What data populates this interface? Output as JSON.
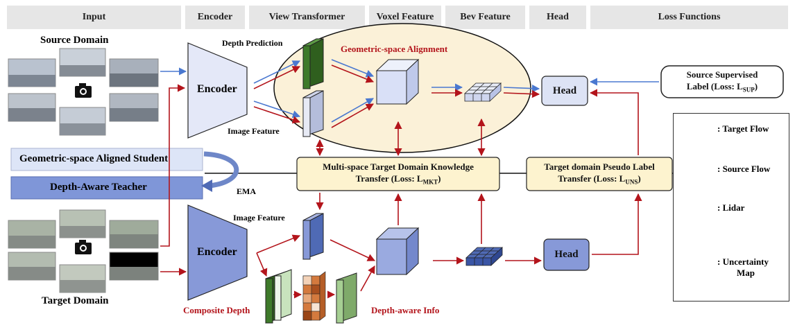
{
  "headers": [
    "Input",
    "Encoder",
    "View Transformer",
    "Voxel Feature",
    "Bev Feature",
    "Head",
    "Loss Functions"
  ],
  "labels": {
    "source_domain": "Source Domain",
    "target_domain": "Target Domain",
    "encoder_top": "Encoder",
    "encoder_bottom": "Encoder",
    "depth_prediction": "Depth Prediction",
    "image_feature_top": "Image Feature",
    "image_feature_bottom": "Image Feature",
    "geometric_alignment": "Geometric-space  Alignment",
    "student": "Geometric-space Aligned Student",
    "teacher": "Depth-Aware Teacher",
    "ema": "EMA",
    "mkt_line1": "Multi-space Target Domain Knowledge",
    "mkt_line2": "Transfer (Loss: L",
    "mkt_sub": "MKT",
    "uns_line1": "Target domain Pseudo Label",
    "uns_line2": "Transfer (Loss: L",
    "uns_sub": "UNS",
    "sup_line1": "Source Supervised",
    "sup_line2": "Label (Loss: L",
    "sup_sub": "SUP",
    "head_top": "Head",
    "head_bottom": "Head",
    "composite_depth": "Composite Depth",
    "depth_aware_info": "Depth-aware Info"
  },
  "legend": {
    "target_flow": ": Target Flow",
    "source_flow": ": Source Flow",
    "lidar": ": Lidar",
    "uncertainty_1": ": Uncertainty",
    "uncertainty_2": "Map"
  },
  "colors": {
    "target_flow": "#b3141b",
    "source_flow": "#4a78d0",
    "transfer_box": "#fdf3cf",
    "ellipse": "#fbf1d8",
    "student_bar": "#dde5f7",
    "teacher_bar": "#7f96d8",
    "encoder_top": "#e4e8f8",
    "encoder_bottom": "#8799d8",
    "depth_green": "#3e7a2a",
    "lidar_green": "#c8e3bd"
  }
}
